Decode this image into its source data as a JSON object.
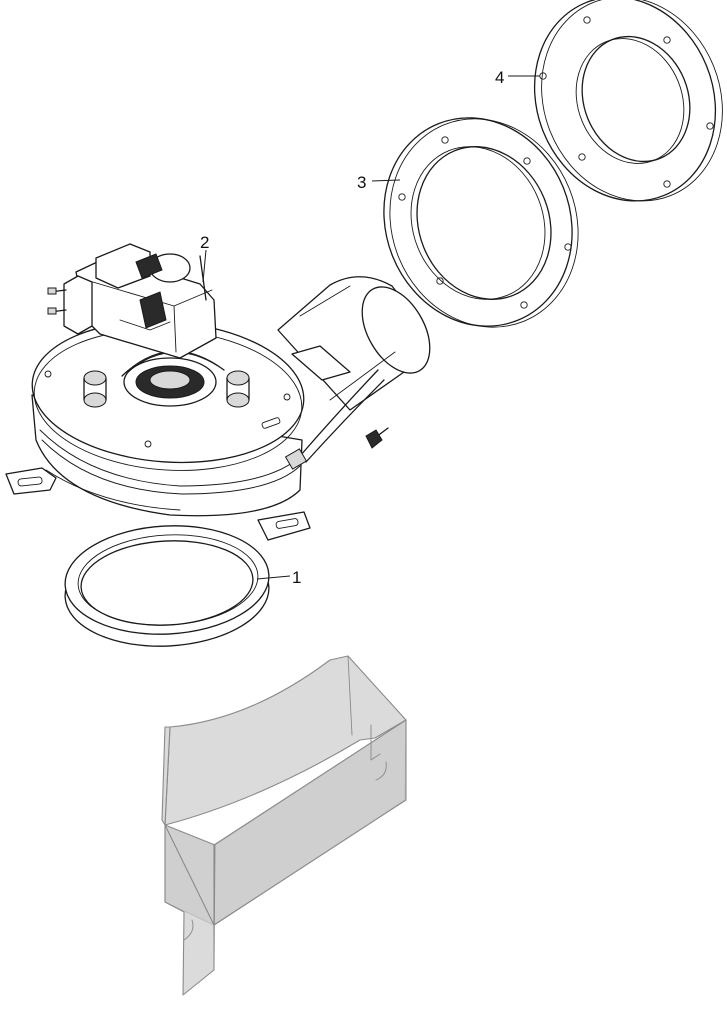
{
  "figure": {
    "callouts": [
      {
        "id": "1",
        "label": "1"
      },
      {
        "id": "2",
        "label": "2"
      },
      {
        "id": "3",
        "label": "3"
      },
      {
        "id": "4",
        "label": "4"
      }
    ],
    "colors": {
      "line": "#1a1a1a",
      "cover_fill": "#cfcfcf",
      "cover_edge": "#8a8a8a"
    }
  }
}
